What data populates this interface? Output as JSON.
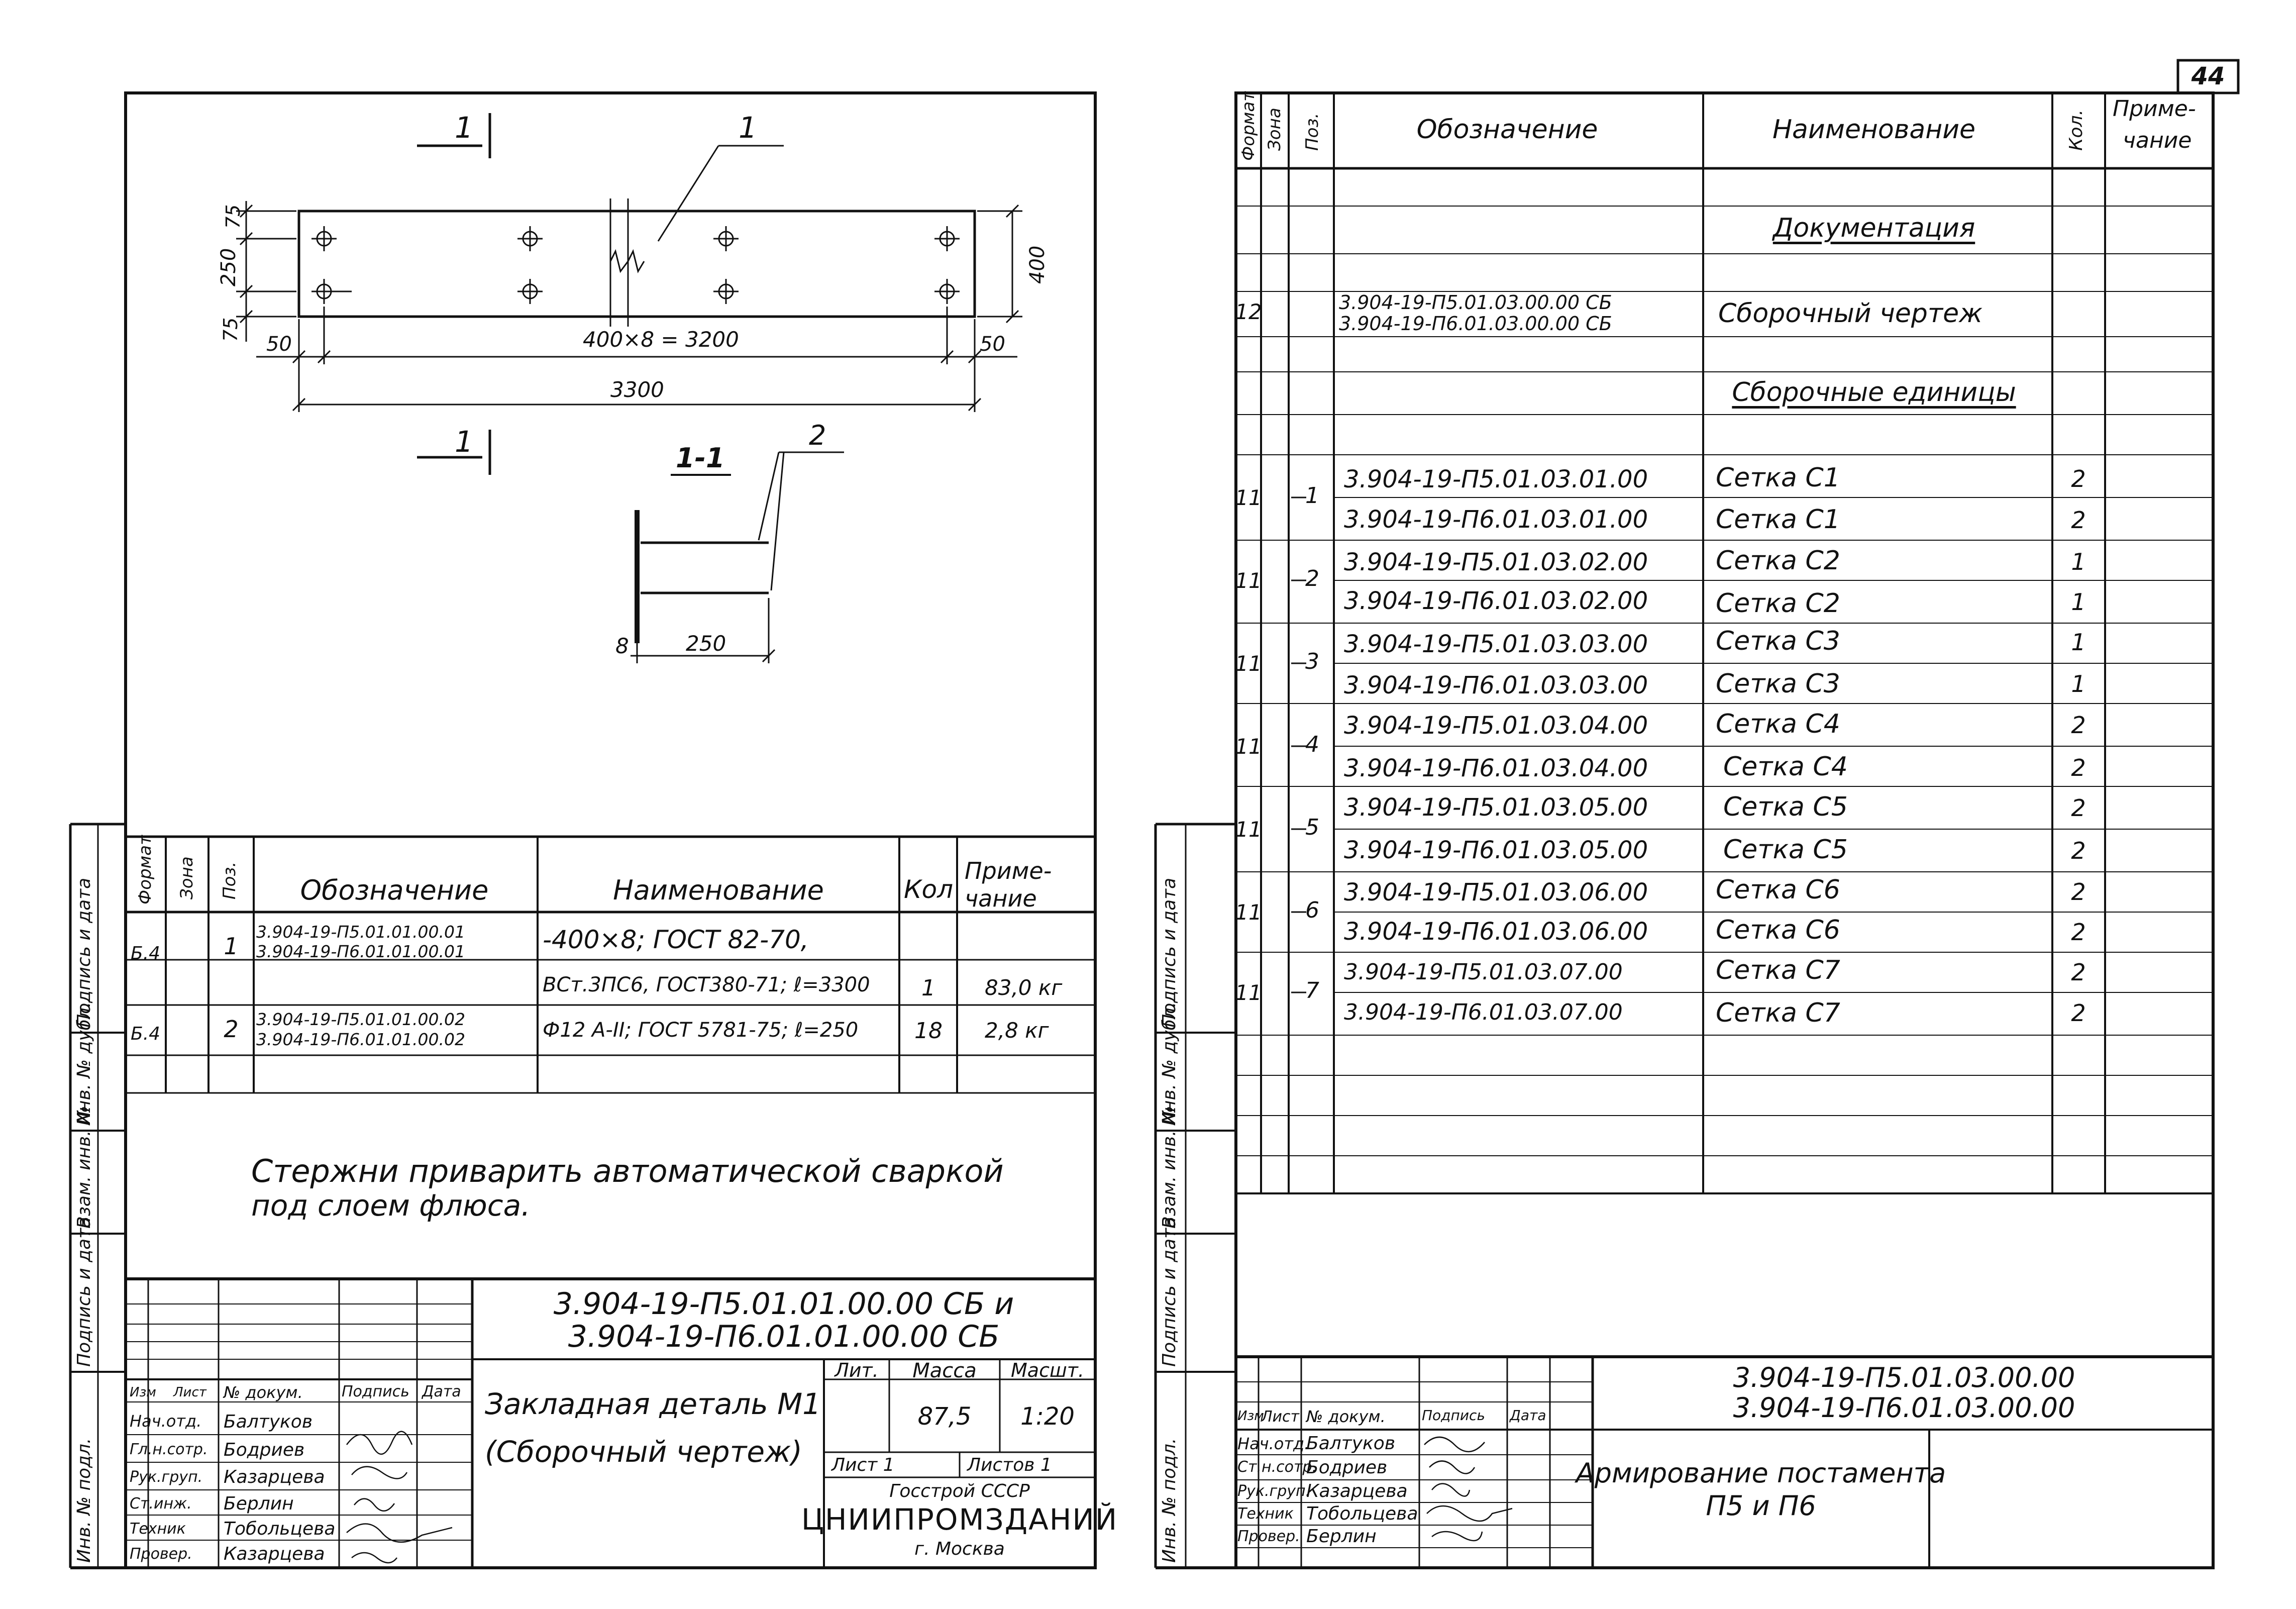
{
  "page_number": "44",
  "left_sheet": {
    "drawing": {
      "section_mark_top": "1",
      "section_mark_bottom": "1",
      "leader_part": "1",
      "leader_section_part": "2",
      "section_label": "1-1",
      "dims": {
        "d75_top": "75",
        "d250": "250",
        "d75_bot": "75",
        "d50_left": "50",
        "d50_right": "50",
        "spacing": "400×8 = 3200",
        "overall": "3300",
        "height": "400",
        "flange": "8",
        "rod_len": "250"
      }
    },
    "spec_table": {
      "headers": {
        "format": "Формат",
        "zone": "Зона",
        "pos": "Поз.",
        "designation": "Обозначение",
        "name": "Наименование",
        "qty": "Кол",
        "note1": "Приме-",
        "note2": "чание"
      },
      "rows": [
        {
          "format": "Б.4",
          "pos": "1",
          "des1": "3.904-19-П5.01.01.00.01",
          "des2": "3.904-19-П6.01.01.00.01",
          "name1": "-400×8; ГОСТ 82-70,",
          "name2": "ВСт.3ПС6, ГОСТ380-71; ℓ=3300",
          "qty": "1",
          "note": "83,0 кг"
        },
        {
          "format": "Б.4",
          "pos": "2",
          "des1": "3.904-19-П5.01.01.00.02",
          "des2": "3.904-19-П6.01.01.00.02",
          "name1": "Ф12 А-II; ГОСТ 5781-75; ℓ=250",
          "qty": "18",
          "note": "2,8 кг"
        }
      ]
    },
    "note_line1": "Стержни приварить автоматической сваркой",
    "note_line2": "под слоем флюса.",
    "title_block": {
      "code1": "3.904-19-П5.01.01.00.00 СБ и",
      "code2": "3.904-19-П6.01.01.00.00 СБ",
      "title1": "Закладная деталь М1",
      "title2": "(Сборочный чертеж)",
      "col_lit": "Лит.",
      "col_mass": "Масса",
      "col_scale": "Масшт.",
      "mass": "87,5",
      "scale": "1:20",
      "sheet": "Лист 1",
      "sheets": "Листов 1",
      "org1": "Госстрой СССР",
      "org2": "ЦНИИПРОМЗДАНИЙ",
      "org3": "г. Москва",
      "hdr": {
        "izm": "Изм",
        "list": "Лист",
        "doc": "№ докум.",
        "sign": "Подпись",
        "date": "Дата"
      },
      "people": [
        {
          "role": "Нач.отд.",
          "name": "Балтуков"
        },
        {
          "role": "Гл.н.сотр.",
          "name": "Бодриев"
        },
        {
          "role": "Рук.груп.",
          "name": "Казарцева"
        },
        {
          "role": "Ст.инж.",
          "name": "Берлин"
        },
        {
          "role": "Техник",
          "name": "Тобольцева"
        },
        {
          "role": "Провер.",
          "name": "Казарцева"
        }
      ]
    },
    "side_labels": [
      "Инв. № подл.",
      "Подпись и дата",
      "Взам. инв. №",
      "Инв. № дубл.",
      "Подпись и дата"
    ]
  },
  "right_sheet": {
    "headers": {
      "format": "Формат",
      "zone": "Зона",
      "pos": "Поз.",
      "designation": "Обозначение",
      "name": "Наименование",
      "qty": "Кол.",
      "note1": "Приме-",
      "note2": "чание"
    },
    "section_docs": "Документация",
    "doc_row": {
      "format": "12",
      "des1": "3.904-19-П5.01.03.00.00 СБ",
      "des2": "3.904-19-П6.01.03.00.00 СБ",
      "name": "Сборочный чертеж"
    },
    "section_units": "Сборочные единицы",
    "units": [
      {
        "format": "11",
        "pos": "1",
        "rows": [
          {
            "des": "3.904-19-П5.01.03.01.00",
            "name": "Сетка С1",
            "qty": "2"
          },
          {
            "des": "3.904-19-П6.01.03.01.00",
            "name": "Сетка С1",
            "qty": "2"
          }
        ]
      },
      {
        "format": "11",
        "pos": "2",
        "rows": [
          {
            "des": "3.904-19-П5.01.03.02.00",
            "name": "Сетка С2",
            "qty": "1"
          },
          {
            "des": "3.904-19-П6.01.03.02.00",
            "name": "Сетка С2",
            "qty": "1"
          }
        ]
      },
      {
        "format": "11",
        "pos": "3",
        "rows": [
          {
            "des": "3.904-19-П5.01.03.03.00",
            "name": "Сетка С3",
            "qty": "1"
          },
          {
            "des": "3.904-19-П6.01.03.03.00",
            "name": "Сетка С3",
            "qty": "1"
          }
        ]
      },
      {
        "format": "11",
        "pos": "4",
        "rows": [
          {
            "des": "3.904-19-П5.01.03.04.00",
            "name": "Сетка С4",
            "qty": "2"
          },
          {
            "des": "3.904-19-П6.01.03.04.00",
            "name": "Сетка С4",
            "qty": "2"
          }
        ]
      },
      {
        "format": "11",
        "pos": "5",
        "rows": [
          {
            "des": "3.904-19-П5.01.03.05.00",
            "name": "Сетка С5",
            "qty": "2"
          },
          {
            "des": "3.904-19-П6.01.03.05.00",
            "name": "Сетка С5",
            "qty": "2"
          }
        ]
      },
      {
        "format": "11",
        "pos": "6",
        "rows": [
          {
            "des": "3.904-19-П5.01.03.06.00",
            "name": "Сетка С6",
            "qty": "2"
          },
          {
            "des": "3.904-19-П6.01.03.06.00",
            "name": "Сетка С6",
            "qty": "2"
          }
        ]
      },
      {
        "format": "11",
        "pos": "7",
        "rows": [
          {
            "des": "3.904-19-П5.01.03.07.00",
            "name": "Сетка С7",
            "qty": "2"
          },
          {
            "des": "3.904-19-П6.01.03.07.00",
            "name": "Сетка С7",
            "qty": "2"
          }
        ]
      }
    ],
    "title_block": {
      "code1": "3.904-19-П5.01.03.00.00",
      "code2": "3.904-19-П6.01.03.00.00",
      "title1": "Армирование постамента",
      "title2": "П5 и П6",
      "hdr": {
        "izm": "Изм",
        "list": "Лист",
        "doc": "№ докум.",
        "sign": "Подпись",
        "date": "Дата"
      },
      "people": [
        {
          "role": "Нач.отд.",
          "name": "Балтуков"
        },
        {
          "role": "Ст.н.сотр.",
          "name": "Бодриев"
        },
        {
          "role": "Рук.груп.",
          "name": "Казарцева"
        },
        {
          "role": "Техник",
          "name": "Тобольцева"
        },
        {
          "role": "Провер.",
          "name": "Берлин"
        }
      ]
    },
    "side_labels": [
      "Инв. № подл.",
      "Подпись и дата",
      "Взам. инв. №",
      "Инв. № дубл.",
      "Подпись и дата"
    ]
  }
}
